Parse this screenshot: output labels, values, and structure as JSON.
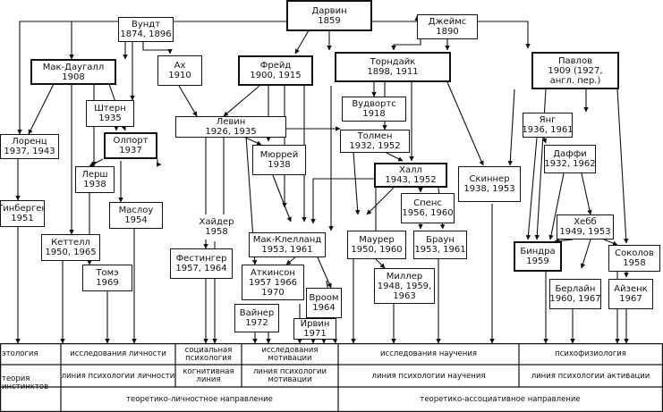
{
  "nodes": {
    "darwin": {
      "name": "Дарвин",
      "years": "1859"
    },
    "james": {
      "name": "Джеймс",
      "years": "1890"
    },
    "wundt": {
      "name": "Вундт",
      "years": "1874, 1896"
    },
    "mcdougall": {
      "name": "Мак-Даугалл",
      "years": "1908"
    },
    "ach": {
      "name": "Ах",
      "years": "1910"
    },
    "freud": {
      "name": "Фрейд",
      "years": "1900, 1915"
    },
    "thorndike": {
      "name": "Торндайк",
      "years": "1898, 1911"
    },
    "pavlov": {
      "name": "Павлов",
      "years": "1909 (1927,",
      "years2": "англ. пер.)"
    },
    "woodworth": {
      "name": "Вудвортс",
      "years": "1918"
    },
    "stern": {
      "name": "Штерн",
      "years": "1935"
    },
    "lewin": {
      "name": "Левин",
      "years": "1926,   1935"
    },
    "allport": {
      "name": "Олпорт",
      "years": "1937"
    },
    "lorenz": {
      "name": "Лоренц",
      "years": "1937, 1943"
    },
    "murray": {
      "name": "Мюррей",
      "years": "1938"
    },
    "tolman": {
      "name": "Толмен",
      "years": "1932, 1952"
    },
    "yang": {
      "name": "Янг",
      "years": "1936, 1961"
    },
    "duffy": {
      "name": "Даффи",
      "years": "1932, 1962"
    },
    "lersh": {
      "name": "Лерш",
      "years": "1938"
    },
    "hull": {
      "name": "Халл",
      "years": "1943, 1952"
    },
    "skinner": {
      "name": "Скиннер",
      "years": "1938, 1953"
    },
    "tinbergen": {
      "name": "Тинберген",
      "years": "1951"
    },
    "maslow": {
      "name": "Маслоу",
      "years": "1954"
    },
    "spence": {
      "name": "Спенс",
      "years": "1956, 1960"
    },
    "hebb": {
      "name": "Хебб",
      "years": "1949,  1953"
    },
    "heider": {
      "name": "Хайдер",
      "years": "1958"
    },
    "mcclelland": {
      "name": "Мак-Клелланд",
      "years": "1953,  1961"
    },
    "mowrer": {
      "name": "Маурер",
      "years": "1950, 1960"
    },
    "brown": {
      "name": "Браун",
      "years": "1953, 1961"
    },
    "cattell": {
      "name": "Кеттелл",
      "years": "1950, 1965"
    },
    "festinger": {
      "name": "Фестингер",
      "years": "1957, 1964"
    },
    "atkinson": {
      "name": "Аткинсон",
      "years": "1957  1966",
      "years2": "1970"
    },
    "bindra": {
      "name": "Биндра",
      "years": "1959"
    },
    "sokolov": {
      "name": "Соколов",
      "years": "1958"
    },
    "miller": {
      "name": "Миллер",
      "years": "1948,  1959,",
      "years2": "1963"
    },
    "vroom": {
      "name": "Вроом",
      "years": "1964"
    },
    "berlyne": {
      "name": "Берлайн",
      "years": "1960, 1967"
    },
    "eysenck": {
      "name": "Айзенк",
      "years": "1967"
    },
    "toman": {
      "name": "Томэ",
      "years": "1969"
    },
    "weiner": {
      "name": "Вайнер",
      "years": "1972"
    },
    "irwin": {
      "name": "Ирвин",
      "years": "1971"
    }
  },
  "bands": {
    "row1": {
      "ethology": "этология",
      "personality": "исследования личности",
      "social": "социальная психология",
      "motivation": "исследования мотивации",
      "learning": "исследования научения",
      "psychophys": "психофизиология"
    },
    "row2": {
      "instinct": "теория инстинктов",
      "personality_line": "линия психологии личности",
      "cognitive": "когнитивная линия",
      "motivation_line": "линия психологии мотивации",
      "learning_line": "линия психологии научения",
      "activation": "линия психологии активации"
    },
    "row3": {
      "theoretic_personal": "теоретико-личностное направление",
      "theoretic_assoc": "теоретико-ассоциативное направление"
    }
  }
}
